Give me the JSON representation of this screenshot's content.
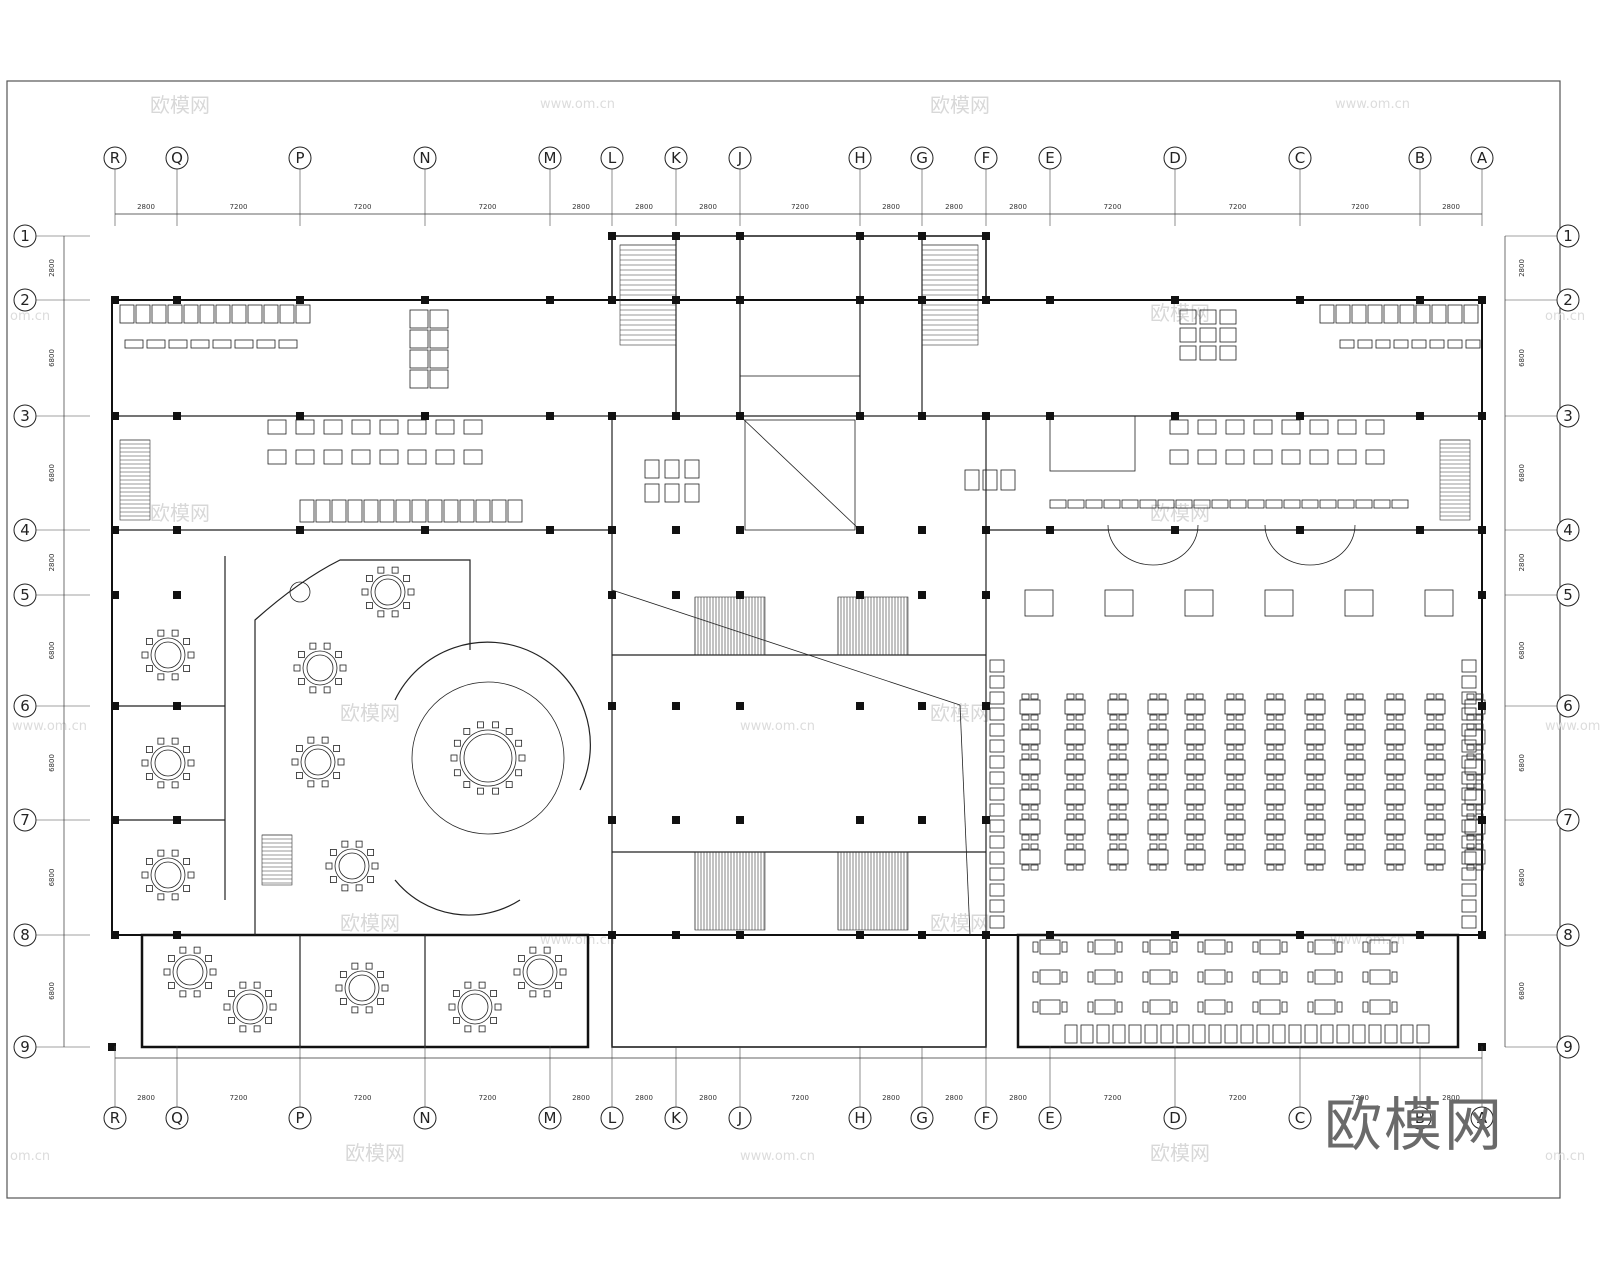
{
  "drawing": {
    "grid_columns": [
      "R",
      "Q",
      "P",
      "N",
      "M",
      "L",
      "K",
      "J",
      "H",
      "G",
      "F",
      "E",
      "D",
      "C",
      "B",
      "A"
    ],
    "grid_rows": [
      "1",
      "2",
      "3",
      "4",
      "5",
      "6",
      "7",
      "8",
      "9"
    ],
    "column_spacings": [
      "2800",
      "7200",
      "7200",
      "7200",
      "2800",
      "2800",
      "2800",
      "7200",
      "2800",
      "2800",
      "2800",
      "7200",
      "7200",
      "7200",
      "2800"
    ],
    "row_spacings": [
      "2800",
      "6800",
      "6800",
      "2800",
      "6800",
      "6800",
      "6800",
      "6800"
    ]
  },
  "watermark": {
    "brand": "欧模网",
    "url": "www.om.cn",
    "url_short": "om.cn"
  }
}
